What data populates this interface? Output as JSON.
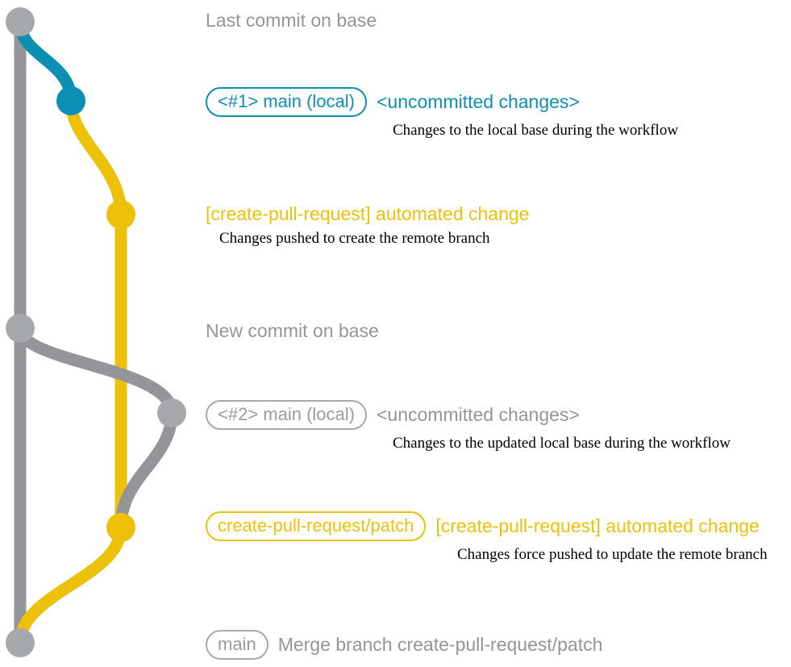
{
  "diagram": {
    "title_semantics": "git-branch-graph",
    "colors": {
      "base_gray": "#939598",
      "node_gray": "#a6a8ab",
      "local_blue": "#0c8fb5",
      "patch_yellow": "#edc009",
      "background": "#ffffff",
      "description_text": "#000000"
    },
    "entries": [
      {
        "id": "last-commit-on-base",
        "badge": null,
        "subject": "Last commit on base",
        "subject_color": "gray",
        "description": null
      },
      {
        "id": "local-main-1",
        "badge": "<#1> main (local)",
        "badge_color": "blue",
        "subject": "<uncommitted changes>",
        "subject_color": "blue",
        "description": "Changes to the local base during the workflow"
      },
      {
        "id": "automated-change-1",
        "badge": null,
        "subject": "[create-pull-request] automated change",
        "subject_color": "yellow",
        "description": "Changes pushed to create the remote branch"
      },
      {
        "id": "new-commit-on-base",
        "badge": null,
        "subject": "New commit on base",
        "subject_color": "gray",
        "description": null
      },
      {
        "id": "local-main-2",
        "badge": "<#2> main (local)",
        "badge_color": "gray",
        "subject": "<uncommitted changes>",
        "subject_color": "gray",
        "description": "Changes to the updated local base during the workflow"
      },
      {
        "id": "automated-change-2",
        "badge": "create-pull-request/patch",
        "badge_color": "yellow",
        "subject": "[create-pull-request] automated change",
        "subject_color": "yellow",
        "description": "Changes force pushed to update the remote branch"
      },
      {
        "id": "merge-commit",
        "badge": "main",
        "badge_color": "gray",
        "subject": "Merge branch create-pull-request/patch",
        "subject_color": "gray",
        "description": null
      }
    ]
  }
}
